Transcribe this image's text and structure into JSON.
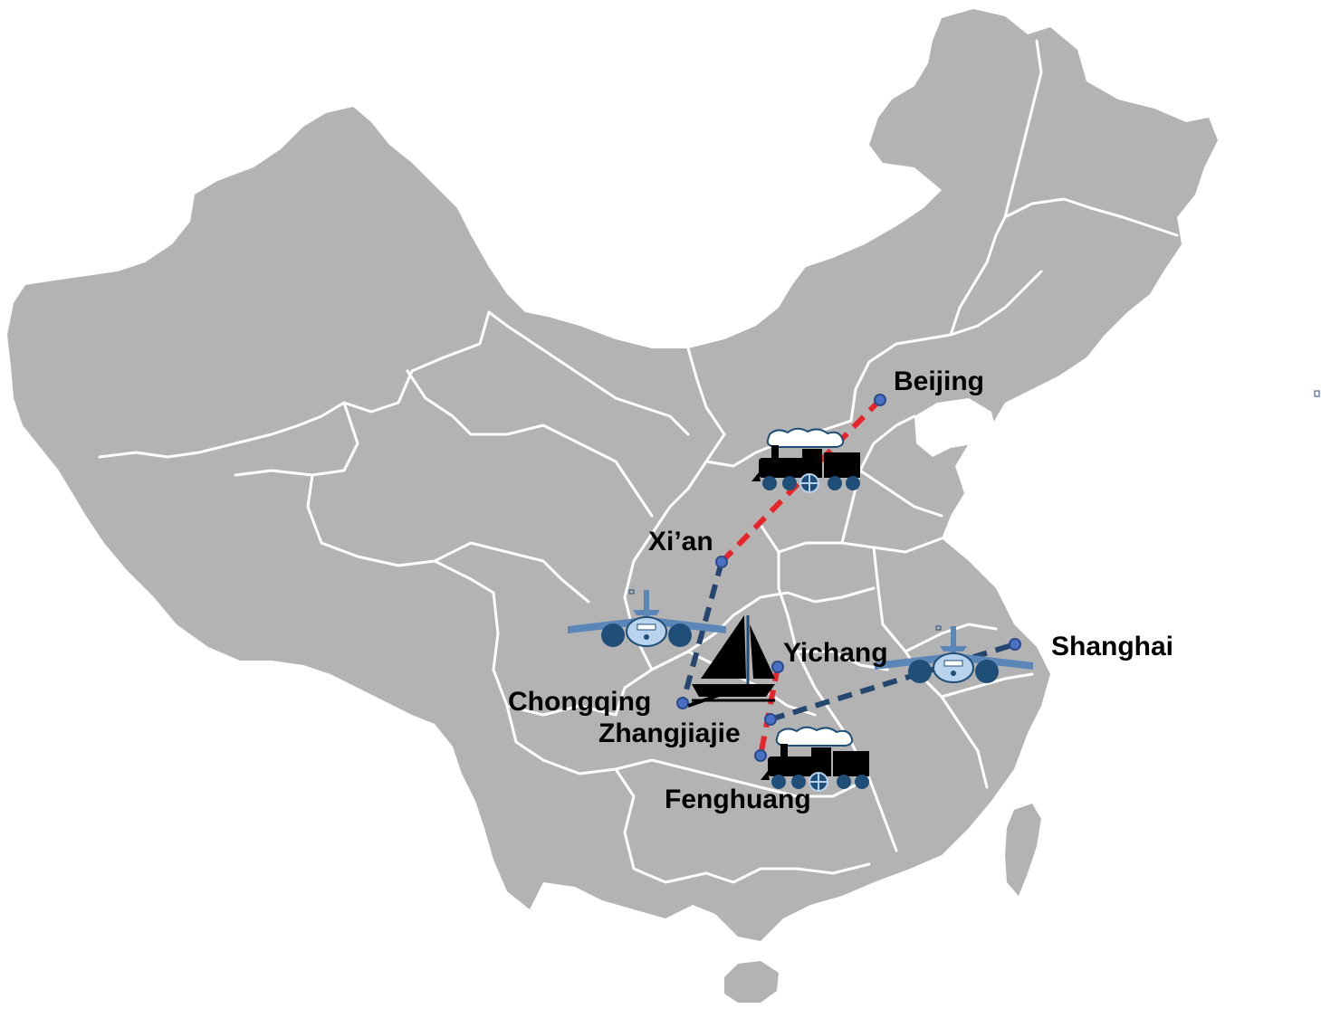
{
  "colors": {
    "land": "#b3b3b3",
    "border": "#ffffff",
    "rail_route": "#e8242a",
    "air_route": "#25476f",
    "city_marker": "#4a72c4",
    "city_marker_stroke": "#2b4a8c",
    "vehicle_blue": "#1f4e79",
    "vehicle_light": "#b9d3ee",
    "icon_dark": "#000000"
  },
  "cities": [
    {
      "id": "beijing",
      "name": "Beijing"
    },
    {
      "id": "xian",
      "name": "Xi’an"
    },
    {
      "id": "chongqing",
      "name": "Chongqing"
    },
    {
      "id": "yichang",
      "name": "Yichang"
    },
    {
      "id": "zhangjiajie",
      "name": "Zhangjiajie"
    },
    {
      "id": "fenghuang",
      "name": "Fenghuang"
    },
    {
      "id": "shanghai",
      "name": "Shanghai"
    }
  ],
  "routes": [
    {
      "from": "beijing",
      "to": "xian",
      "mode": "train"
    },
    {
      "from": "xian",
      "to": "chongqing",
      "mode": "plane"
    },
    {
      "from": "chongqing",
      "to": "yichang",
      "mode": "boat"
    },
    {
      "from": "yichang",
      "to": "fenghuang",
      "mode": "train"
    },
    {
      "from": "zhangjiajie",
      "to": "shanghai",
      "mode": "plane"
    }
  ],
  "icons": [
    "train-icon",
    "plane-icon",
    "sailboat-icon",
    "train-icon",
    "plane-icon"
  ]
}
